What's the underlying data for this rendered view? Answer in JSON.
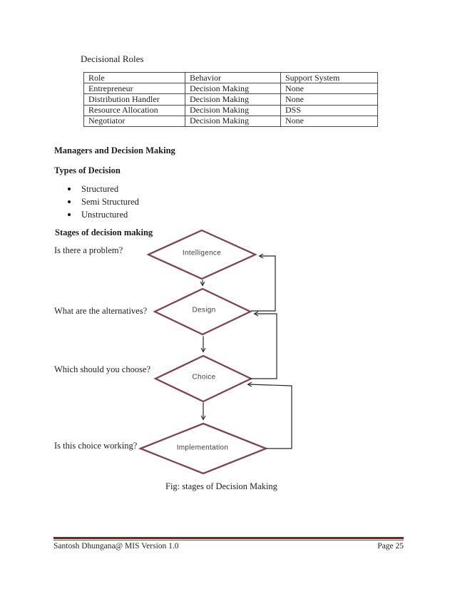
{
  "page": {
    "section_heading": "Decisional Roles",
    "figure_caption": "Fig: stages of Decision Making"
  },
  "headings": {
    "managers": "Managers and Decision Making",
    "types": "Types of Decision",
    "stages": "Stages of decision making"
  },
  "table": {
    "headers": [
      "Role",
      "Behavior",
      "Support System"
    ],
    "rows": [
      [
        "Entrepreneur",
        "Decision Making",
        "None"
      ],
      [
        "Distribution Handler",
        "Decision Making",
        "None"
      ],
      [
        "Resource Allocation",
        "Decision Making",
        "DSS"
      ],
      [
        "Negotiator",
        "Decision Making",
        "None"
      ]
    ]
  },
  "bullets": [
    "Structured",
    "Semi Structured",
    "Unstructured"
  ],
  "flowchart": {
    "stages": [
      {
        "label": "Intelligence",
        "question": "Is there a problem?"
      },
      {
        "label": "Design",
        "question": "What are the alternatives?"
      },
      {
        "label": "Choice",
        "question": "Which should you choose?"
      },
      {
        "label": "Implementation",
        "question": "Is this choice working?"
      }
    ],
    "colors": {
      "diamond_border": "#7e434c",
      "arrow": "#262626",
      "label_text": "#3c3c3c"
    }
  },
  "footer": {
    "left_text": "Santosh Dhungana@ MIS Version 1.0",
    "right_text": "Page 25",
    "rule_color": "#6e2b24"
  }
}
